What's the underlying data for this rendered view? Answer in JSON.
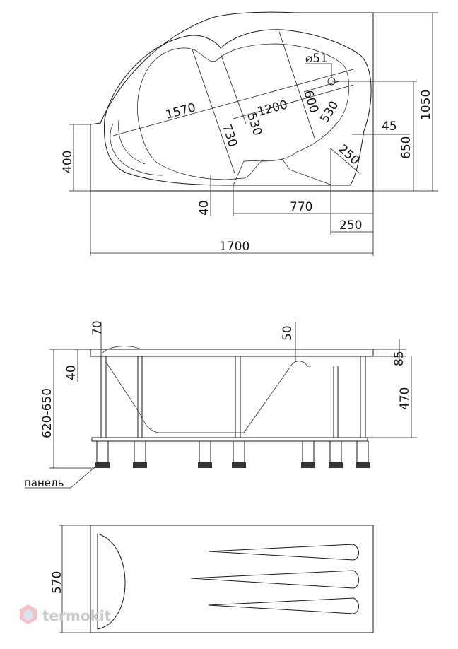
{
  "top_view": {
    "dims": {
      "d1570": "1570",
      "d1200": "1200",
      "d600": "600",
      "d730": "730",
      "d530a": "530",
      "d530b": "530",
      "d51": "⌀51",
      "d45": "45",
      "d250a": "250",
      "d650": "650",
      "d1050": "1050",
      "d400": "400",
      "d40": "40",
      "d770": "770",
      "d250b": "250",
      "d1700": "1700"
    }
  },
  "side_view": {
    "dims": {
      "d70": "70",
      "d50": "50",
      "d85": "85",
      "d40": "40",
      "d620_650": "620-650",
      "d470": "470"
    },
    "panel_label": "панель"
  },
  "bottom_view": {
    "dims": {
      "d570": "570"
    }
  },
  "watermark": {
    "text": "termokit"
  }
}
